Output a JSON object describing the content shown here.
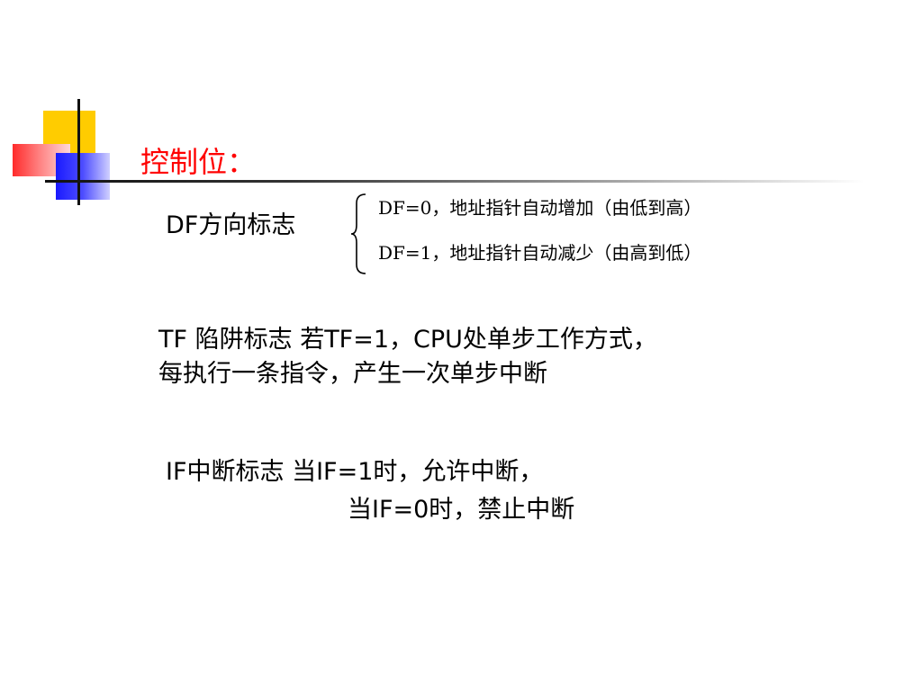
{
  "title": "控制位：",
  "df": {
    "label": "DF方向标志",
    "option0": "DF=0，地址指针自动增加（由低到高）",
    "option1": "DF=1，地址指针自动减少（由高到低）"
  },
  "tf": {
    "line1": "TF 陷阱标志  若TF=1，CPU处单步工作方式，",
    "line2": "每执行一条指令，产生一次单步中断"
  },
  "if_flag": {
    "line1": "IF中断标志   当IF=1时，允许中断，",
    "line2": "当IF=0时，禁止中断"
  },
  "colors": {
    "title": "#ff0000",
    "deco_yellow": "#ffcc00",
    "deco_red": "#ff2b2b",
    "deco_blue": "#1a1aff"
  }
}
